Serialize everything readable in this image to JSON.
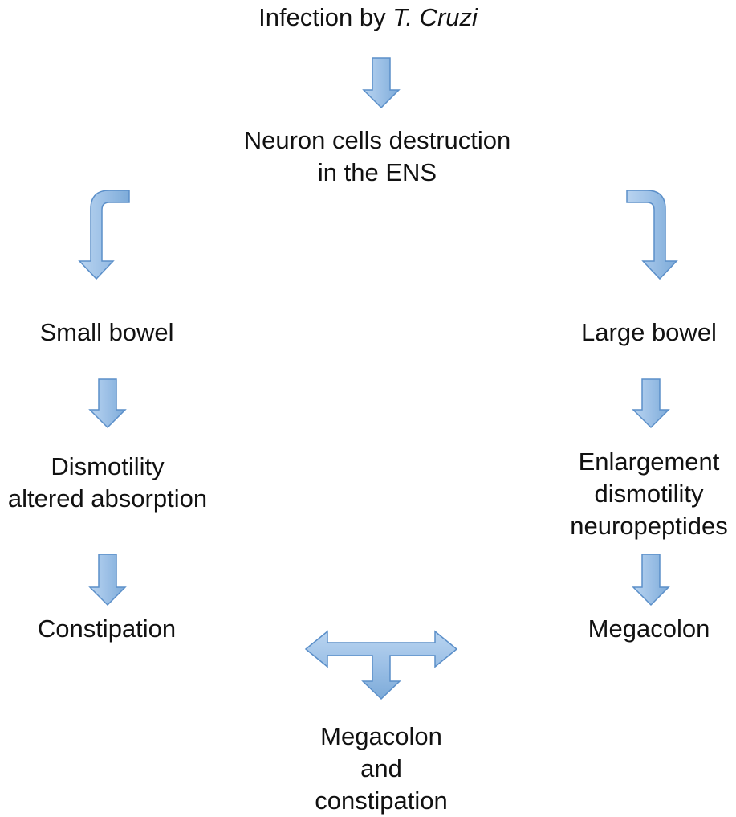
{
  "colors": {
    "arrow_fill": "#9CC0E6",
    "arrow_fill_dark": "#6FA0D4",
    "arrow_stroke": "#5B8FC9",
    "text": "#111111"
  },
  "diagram": {
    "top": {
      "prefix": "Infection by ",
      "italic": "T. Cruzi"
    },
    "center": {
      "lines": [
        "Neuron cells destruction",
        "in the ENS"
      ]
    },
    "left_branch": {
      "organ": "Small bowel",
      "effect_lines": [
        "Dismotility",
        "altered absorption"
      ],
      "outcome": "Constipation"
    },
    "right_branch": {
      "organ": "Large bowel",
      "effect_lines": [
        "Enlargement",
        "dismotility",
        "neuropeptides"
      ],
      "outcome": "Megacolon"
    },
    "combined": {
      "lines": [
        "Megacolon",
        "and",
        "constipation"
      ]
    }
  }
}
